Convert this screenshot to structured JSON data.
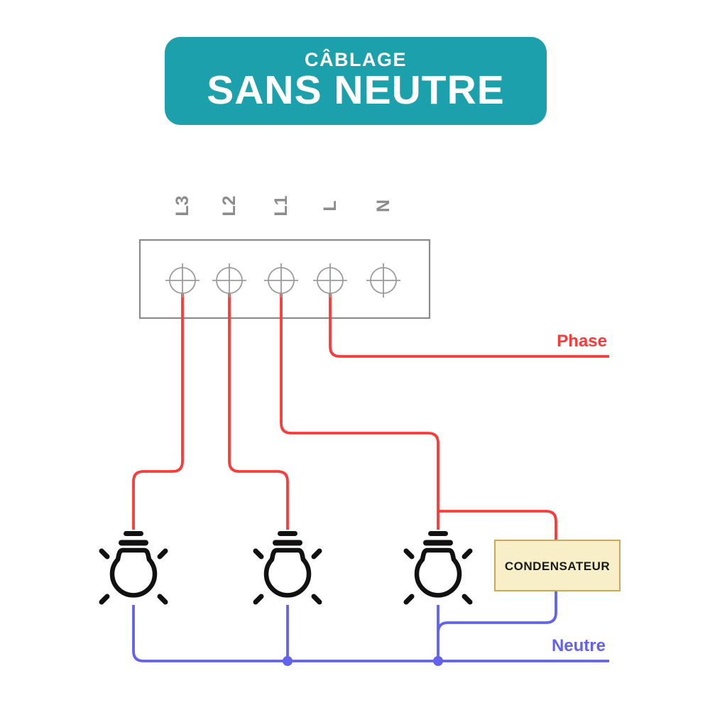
{
  "banner": {
    "subtitle": "CÂBLAGE",
    "title": "SANS NEUTRE",
    "background": "#1BA0AC",
    "text_color": "#FFFFFF"
  },
  "terminal_block": {
    "labels": [
      "L3",
      "L2",
      "L1",
      "L",
      "N"
    ],
    "screw_count": 5,
    "border_color": "#8A8A8A",
    "screw_color": "#9B9B9B",
    "label_color": "#8C8C8C"
  },
  "labels": {
    "phase": "Phase",
    "neutral": "Neutre"
  },
  "capacitor": {
    "label": "CONDENSATEUR",
    "fill": "#F8EEC7",
    "border": "#C9A85C",
    "text_color": "#1A1A1A"
  },
  "colors": {
    "phase": "#FB3A3A",
    "neutral": "#6262EF",
    "bulb": "#111111"
  },
  "icons": {
    "bulb": "lightbulb-icon",
    "screw": "screw-terminal-icon"
  }
}
